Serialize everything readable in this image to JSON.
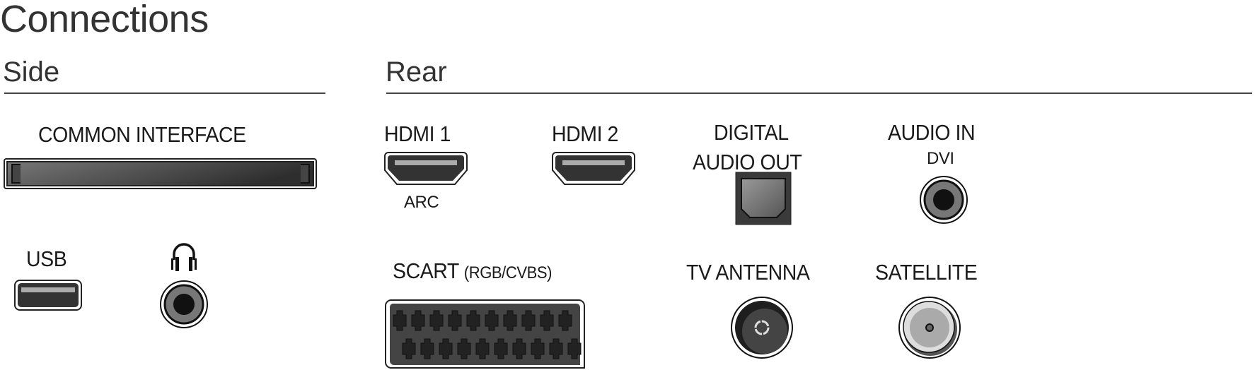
{
  "title": "Connections",
  "sections": {
    "side": {
      "heading": "Side",
      "common_interface": "COMMON INTERFACE",
      "usb": "USB"
    },
    "rear": {
      "heading": "Rear",
      "hdmi1": "HDMI 1",
      "arc": "ARC",
      "hdmi2": "HDMI 2",
      "digital_line1": "DIGITAL",
      "digital_line2": "AUDIO OUT",
      "audio_in": "AUDIO IN",
      "dvi": "DVI",
      "scart": "SCART",
      "scart_sub": "(RGB/CVBS)",
      "tv_antenna": "TV ANTENNA",
      "satellite": "SATELLITE"
    }
  },
  "icons": [
    "ci-slot-icon",
    "usb-port-icon",
    "headphone-icon",
    "audio-jack-icon",
    "hdmi-port-icon",
    "optical-port-icon",
    "scart-port-icon",
    "antenna-port-icon",
    "satellite-port-icon"
  ]
}
